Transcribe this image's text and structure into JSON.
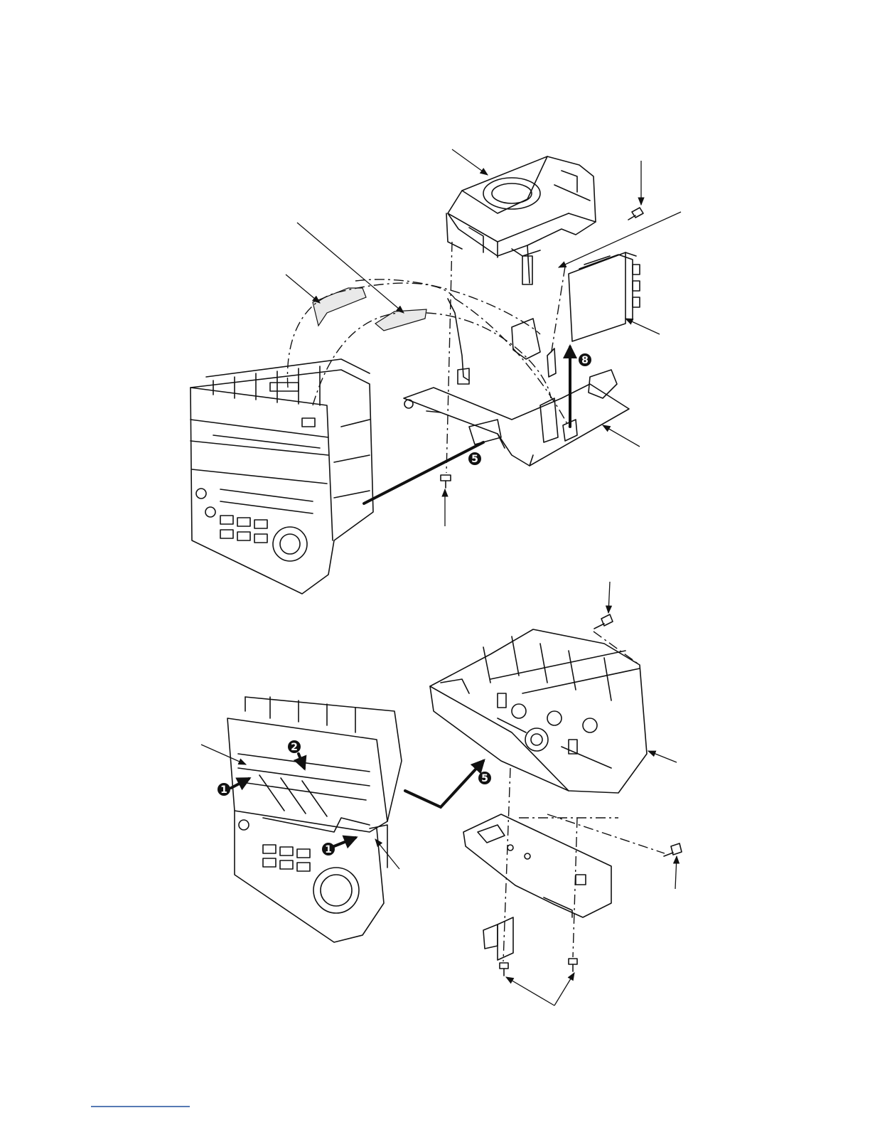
{
  "step_markers": {
    "top_step_5": "5",
    "top_step_8": "8",
    "bottom_step_1_left": "1",
    "bottom_step_2": "2",
    "bottom_step_1_right": "1",
    "bottom_step_5": "5"
  },
  "colors": {
    "line": "#111111",
    "marker_fill": "#111111",
    "marker_text": "#ffffff",
    "footer_rule": "#1f4e9c"
  },
  "icons": [
    "screw-icon",
    "leader-arrow-icon",
    "direction-arrow-icon"
  ]
}
